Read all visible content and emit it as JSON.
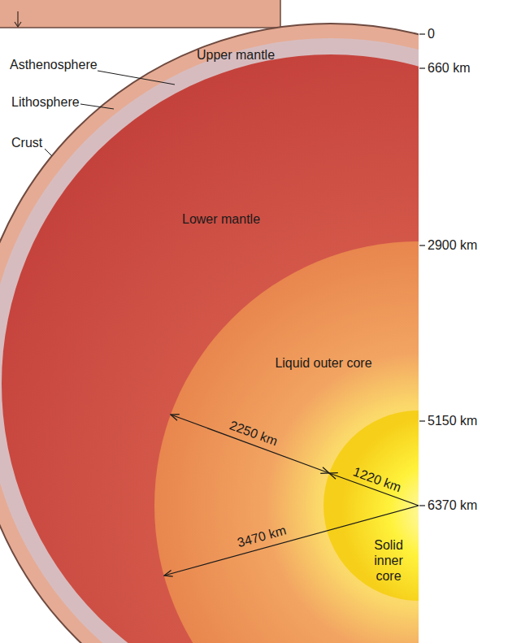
{
  "diagram": {
    "labels": [
      "Asthenosphere",
      "Upper mantle",
      "Lithosphere",
      "Crust",
      "Lower mantle",
      "Liquid outer core",
      "2250 km",
      "1220 km",
      "3470 km",
      "Solid inner core",
      "0",
      "660 km",
      "2900 km",
      "5150 km",
      "6370 km"
    ]
  }
}
